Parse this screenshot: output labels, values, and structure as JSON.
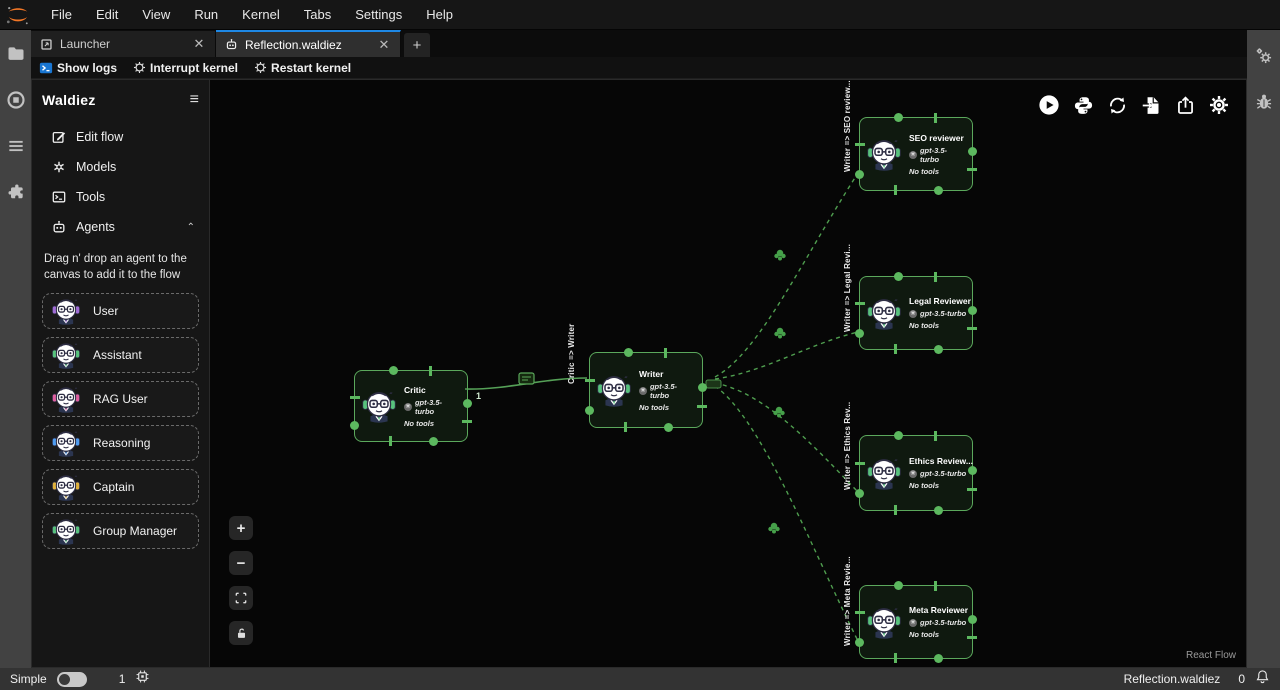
{
  "menubar": {
    "items": [
      "File",
      "Edit",
      "View",
      "Run",
      "Kernel",
      "Tabs",
      "Settings",
      "Help"
    ]
  },
  "tabs": {
    "launcher": {
      "label": "Launcher",
      "close": "✕"
    },
    "waldiez": {
      "label": "Reflection.waldiez",
      "close": "✕"
    },
    "add": "+"
  },
  "toolbar": {
    "show_logs": "Show logs",
    "interrupt": "Interrupt kernel",
    "restart": "Restart kernel"
  },
  "sidebar": {
    "title": "Waldiez",
    "menu_icon": "≡",
    "nav": [
      {
        "label": "Edit flow"
      },
      {
        "label": "Models"
      },
      {
        "label": "Tools"
      },
      {
        "label": "Agents",
        "chevron": "⌃"
      }
    ],
    "hint": "Drag n' drop an agent to the canvas to add it to the flow",
    "agents": [
      {
        "label": "User",
        "color": "#a06cd5"
      },
      {
        "label": "Assistant",
        "color": "#58c27d"
      },
      {
        "label": "RAG User",
        "color": "#e05fa0"
      },
      {
        "label": "Reasoning",
        "color": "#4f9cf0"
      },
      {
        "label": "Captain",
        "color": "#e0b23c"
      },
      {
        "label": "Group Manager",
        "color": "#58c27d"
      }
    ]
  },
  "canvas": {
    "node_accent": "#58c27d",
    "nodes": [
      {
        "title": "Critic",
        "model": "gpt-3.5-turbo",
        "tools": "No tools"
      },
      {
        "title": "Writer",
        "model": "gpt-3.5-turbo",
        "tools": "No tools"
      },
      {
        "title": "SEO reviewer",
        "model": "gpt-3.5-turbo",
        "tools": "No tools"
      },
      {
        "title": "Legal Reviewer",
        "model": "gpt-3.5-turbo",
        "tools": "No tools"
      },
      {
        "title": "Ethics Review...",
        "model": "gpt-3.5-turbo",
        "tools": "No tools"
      },
      {
        "title": "Meta Reviewer",
        "model": "gpt-3.5-turbo",
        "tools": "No tools"
      }
    ],
    "edge_labels": [
      "Critic => Writer",
      "Writer => SEO review...",
      "Writer => Legal Revi...",
      "Writer => Ethics Rev...",
      "Writer => Meta Revie..."
    ],
    "order_label": "1",
    "controls": {
      "zoom_in": "+",
      "zoom_out": "−"
    },
    "attribution": "React Flow"
  },
  "statusbar": {
    "mode_label": "Simple",
    "kernel_count": "1",
    "filename": "Reflection.waldiez",
    "notifications": "0"
  },
  "colors": {
    "accent_blue": "#1e88e5",
    "node_green": "#5ba85c",
    "edge_green": "#55a057",
    "jupyter_orange": "#f37726",
    "logs_icon_blue": "#1976d2"
  }
}
